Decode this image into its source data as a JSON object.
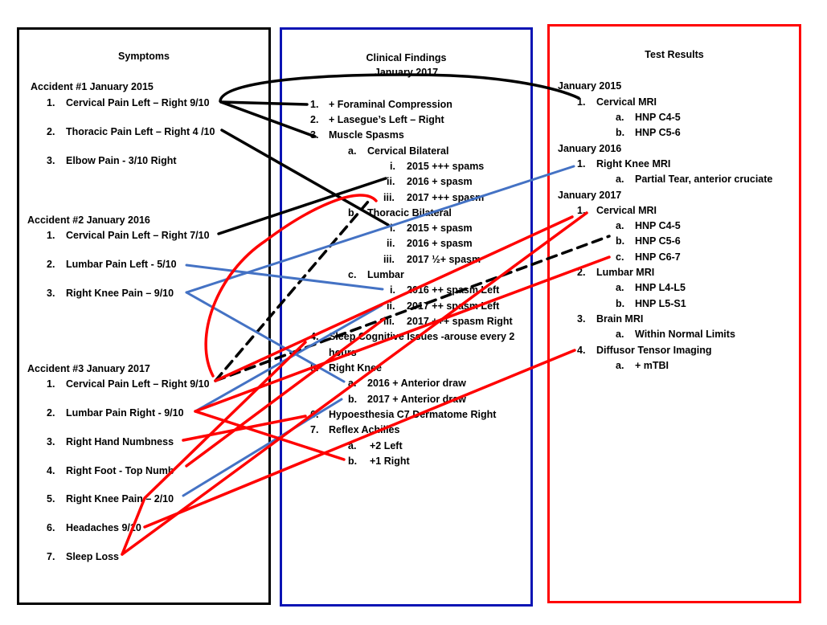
{
  "colors": {
    "symptoms_border": "#000000",
    "findings_border": "#0a14b4",
    "results_border": "#ff0000",
    "link_black": "#000000",
    "link_blue": "#4472c4",
    "link_red": "#ff0000"
  },
  "symptoms": {
    "title": "Symptoms",
    "accident1": {
      "heading": "Accident #1 January 2015",
      "items": [
        {
          "num": "1.",
          "text": "Cervical Pain Left – Right 9/10"
        },
        {
          "num": "2.",
          "text": "Thoracic Pain Left – Right 4 /10"
        },
        {
          "num": "3.",
          "text": "Elbow Pain - 3/10 Right"
        }
      ]
    },
    "accident2": {
      "heading": "Accident #2 January 2016",
      "items": [
        {
          "num": "1.",
          "text": "Cervical Pain Left – Right 7/10"
        },
        {
          "num": "2.",
          "text": "Lumbar Pain Left - 5/10"
        },
        {
          "num": "3.",
          "text": "Right Knee Pain – 9/10"
        }
      ]
    },
    "accident3": {
      "heading": "Accident #3 January 2017",
      "items": [
        {
          "num": "1.",
          "text": "Cervical Pain Left – Right 9/10"
        },
        {
          "num": "2.",
          "text": "Lumbar Pain Right - 9/10"
        },
        {
          "num": "3.",
          "text": "Right Hand Numbness"
        },
        {
          "num": "4.",
          "text": "Right Foot - Top Numb"
        },
        {
          "num": "5.",
          "text": "Right Knee Pain – 2/10"
        },
        {
          "num": "6.",
          "text": "Headaches 9/10"
        },
        {
          "num": "7.",
          "text": "Sleep Loss"
        }
      ]
    }
  },
  "findings": {
    "title_line1": "Clinical Findings",
    "title_line2": "January 2017",
    "items": [
      {
        "num": "1.",
        "text": "+ Foraminal Compression"
      },
      {
        "num": "2.",
        "text": "+ Lasegue’s Left – Right"
      },
      {
        "num": "3.",
        "text": "Muscle Spasms"
      },
      {
        "num": "a.",
        "text": "Cervical Bilateral"
      },
      {
        "num": "i.",
        "text": "2015 +++ spams"
      },
      {
        "num": "ii.",
        "text": "2016 + spasm"
      },
      {
        "num": "iii.",
        "text": "2017 +++ spasm"
      },
      {
        "num": "b.",
        "text": "Thoracic Bilateral"
      },
      {
        "num": "i.",
        "text": "2015 + spasm"
      },
      {
        "num": "ii.",
        "text": "2016 + spasm"
      },
      {
        "num": "iii.",
        "text": "2017 ½+ spasm"
      },
      {
        "num": "c.",
        "text": "Lumbar"
      },
      {
        "num": "i.",
        "text": "2016 ++ spasm Left"
      },
      {
        "num": "ii.",
        "text": "2017 ++ spasm Left"
      },
      {
        "num": "iii.",
        "text": "2017 +++ spasm Right"
      },
      {
        "num": "4.",
        "text": "Sleep Cognitive Issues -arouse every 2"
      },
      {
        "num": "",
        "text": "hours"
      },
      {
        "num": "5.",
        "text": "Right Knee"
      },
      {
        "num": "a.",
        "text": "2016 + Anterior draw"
      },
      {
        "num": "b.",
        "text": "2017 + Anterior draw"
      },
      {
        "num": "6.",
        "text": "Hypoesthesia C7 Dermatome Right"
      },
      {
        "num": "7.",
        "text": "Reflex Achilles"
      },
      {
        "num": "a.",
        "text": "+2 Left"
      },
      {
        "num": "b.",
        "text": "+1 Right"
      }
    ]
  },
  "results": {
    "title": "Test Results",
    "items": [
      {
        "num": "",
        "text": "January 2015"
      },
      {
        "num": "1.",
        "text": "Cervical MRI"
      },
      {
        "num": "a.",
        "text": "HNP C4-5"
      },
      {
        "num": "b.",
        "text": "HNP C5-6"
      },
      {
        "num": "",
        "text": "January 2016"
      },
      {
        "num": "1.",
        "text": "Right Knee MRI"
      },
      {
        "num": "a.",
        "text": "Partial Tear, anterior cruciate"
      },
      {
        "num": "",
        "text": "January 2017"
      },
      {
        "num": "1.",
        "text": "Cervical MRI"
      },
      {
        "num": "a.",
        "text": "HNP C4-5"
      },
      {
        "num": "b.",
        "text": "HNP C5-6"
      },
      {
        "num": "c.",
        "text": "HNP C6-7"
      },
      {
        "num": "2.",
        "text": "Lumbar MRI"
      },
      {
        "num": "a.",
        "text": "HNP L4-L5"
      },
      {
        "num": "b.",
        "text": "HNP L5-S1"
      },
      {
        "num": "3.",
        "text": "Brain MRI"
      },
      {
        "num": "a.",
        "text": "Within Normal Limits"
      },
      {
        "num": "4.",
        "text": "Diffusor Tensor Imaging"
      },
      {
        "num": "a.",
        "text": "+ mTBI"
      }
    ]
  }
}
